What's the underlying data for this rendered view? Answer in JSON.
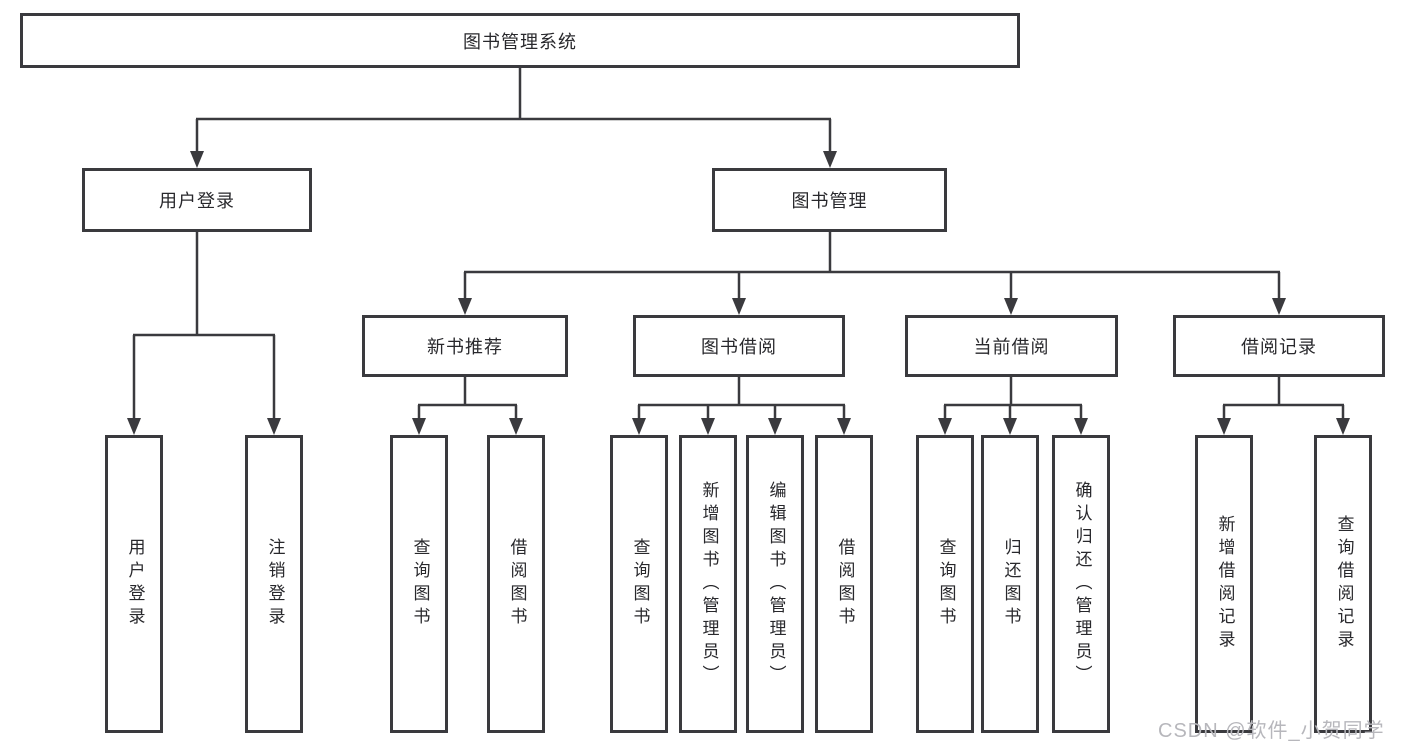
{
  "diagram_title": "图书管理系统",
  "tree": {
    "root": {
      "label": "图书管理系统"
    },
    "branches": [
      {
        "label": "用户登录",
        "children": [
          {
            "label": "用户登录"
          },
          {
            "label": "注销登录"
          }
        ]
      },
      {
        "label": "图书管理",
        "children": [
          {
            "label": "新书推荐",
            "children": [
              {
                "label": "查询图书"
              },
              {
                "label": "借阅图书"
              }
            ]
          },
          {
            "label": "图书借阅",
            "children": [
              {
                "label": "查询图书"
              },
              {
                "label": "新增图书（管理员）"
              },
              {
                "label": "编辑图书（管理员）"
              },
              {
                "label": "借阅图书"
              }
            ]
          },
          {
            "label": "当前借阅",
            "children": [
              {
                "label": "查询图书"
              },
              {
                "label": "归还图书"
              },
              {
                "label": "确认归还（管理员）"
              }
            ]
          },
          {
            "label": "借阅记录",
            "children": [
              {
                "label": "新增借阅记录"
              },
              {
                "label": "查询借阅记录"
              }
            ]
          }
        ]
      }
    ]
  },
  "watermark": "CSDN @软件_小贺同学",
  "colors": {
    "line": "#3a3a3e",
    "border": "#3a3a3e",
    "text": "#28282c",
    "watermark": "#b7b7bc",
    "background": "#ffffff"
  }
}
